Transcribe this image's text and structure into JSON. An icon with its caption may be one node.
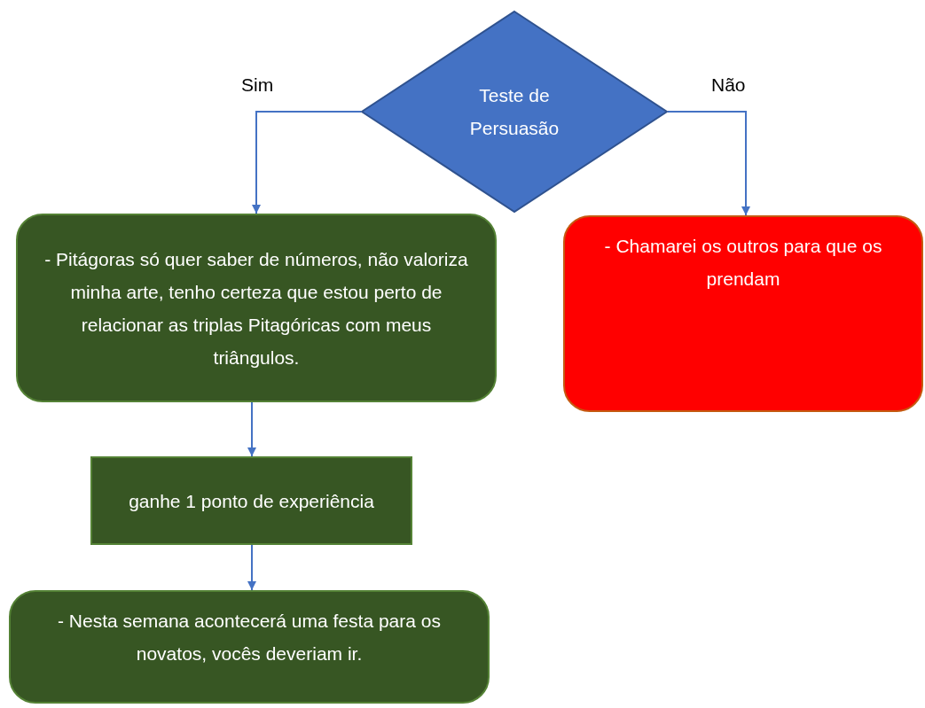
{
  "diagram": {
    "nodes": [
      {
        "text": [
          "Teste de Persuasão"
        ]
      },
      {
        "text": [
          "- Pitágoras só quer saber de números, não valoriza minha arte, tenho certeza que estou perto de relacionar as triplas Pitagóricas com meus triângulos."
        ]
      },
      {
        "text": [
          "- Chamarei os outros para que os prendam"
        ]
      },
      {
        "text": [
          "ganhe 1 ponto de experiência"
        ]
      },
      {
        "text": [
          "- Nesta semana acontecerá uma festa para os novatos, vocês deveriam ir."
        ]
      }
    ],
    "edges": [
      {
        "from": 0,
        "to": 1,
        "arrow": "to",
        "label": "Sim"
      },
      {
        "from": 0,
        "to": 2,
        "arrow": "to",
        "label": "Não"
      },
      {
        "from": 1,
        "to": 3,
        "arrow": "to"
      },
      {
        "from": 3,
        "to": 4,
        "arrow": "to"
      }
    ]
  }
}
